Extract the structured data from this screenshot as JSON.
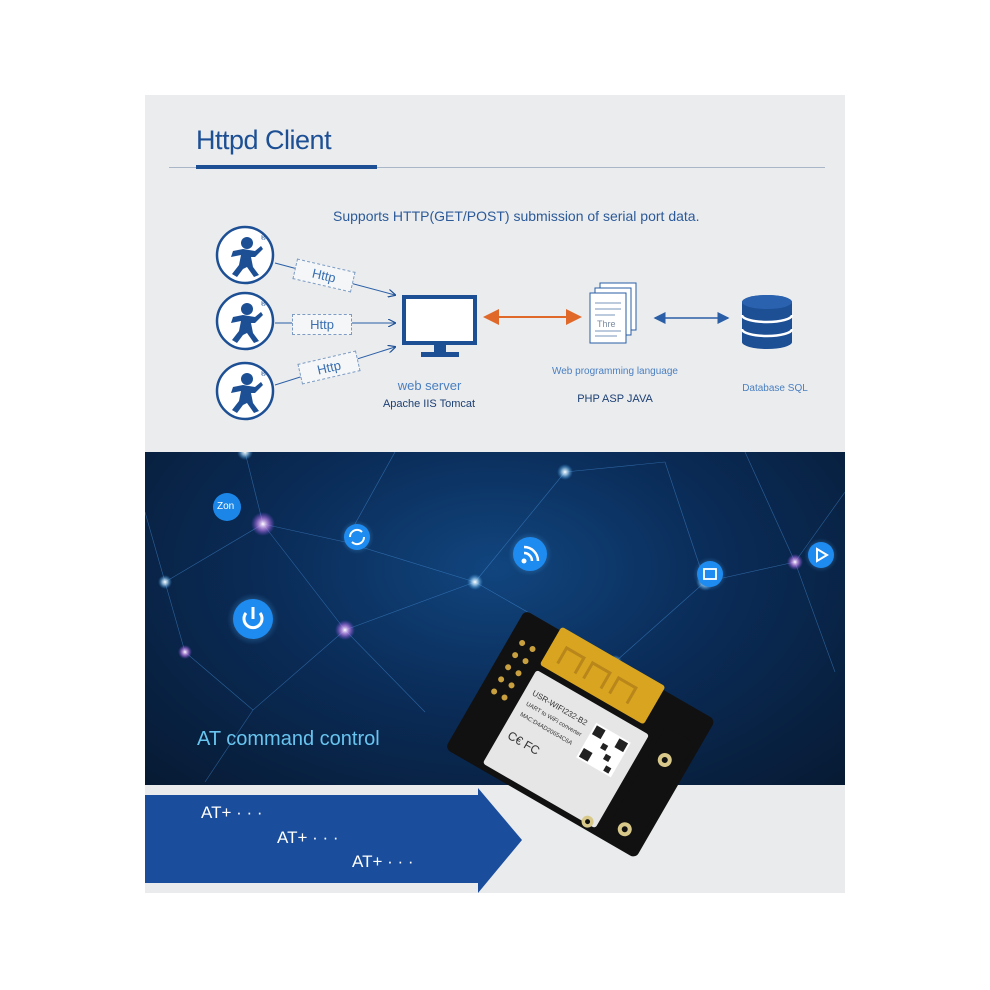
{
  "header": {
    "title": "Httpd Client",
    "subtitle": "Supports HTTP(GET/POST) submission of serial port data."
  },
  "diagram": {
    "client_tags": [
      "Http",
      "Http",
      "Http"
    ],
    "web_server_label": "web server",
    "web_server_software": "Apache IIS Tomcat",
    "doc_text": "Thre",
    "web_language_label": "Web programming language",
    "web_language_list": "PHP ASP JAVA",
    "database_label": "Database SQL"
  },
  "banner": {
    "zone_label": "Zon",
    "at_command_label": "AT command control",
    "at_lines": [
      "AT+ · · ·",
      "AT+ · · ·",
      "AT+ · · ·"
    ]
  },
  "module": {
    "model": "USR-WIFI232-B2",
    "description": "UART to WiFi converter",
    "mac": "MAC:D4AD20654C6A"
  },
  "colors": {
    "brand_blue": "#1d4f94",
    "orange_arrow": "#e0692a",
    "dark_navy": "#071a33",
    "glow_blue": "#2f9cf2",
    "gold_antenna": "#d9a520"
  },
  "icons": [
    "user-icon",
    "monitor-icon",
    "document-icon",
    "database-icon",
    "refresh-icon",
    "wifi-icon",
    "power-icon",
    "sync-icon",
    "play-icon"
  ]
}
